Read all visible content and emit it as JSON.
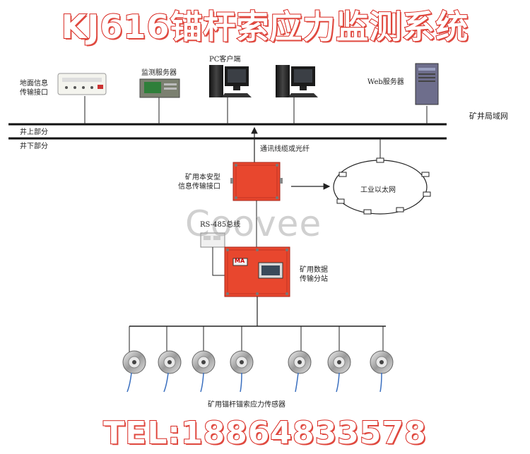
{
  "title": "KJ616锚杆索应力监测系统",
  "phone": "TEL:18864833578",
  "watermark": "Coovee",
  "labels": {
    "ground_interface": "地面信息\n传输接口",
    "monitor_server": "监测服务器",
    "pc_client": "PC客户端",
    "web_server": "Web服务器",
    "mine_lan": "矿井局域网",
    "above_ground": "井上部分",
    "below_ground": "井下部分",
    "comm_cable": "通讯线缆或光纤",
    "safe_interface": "矿用本安型\n信息传输接口",
    "industrial_ethernet": "工业以太网",
    "rs485": "RS-485总线",
    "data_substation": "矿用数据\n传输分站",
    "ma_badge": "MA",
    "sensors": "矿用锚杆锚索应力传感器"
  },
  "colors": {
    "title_red": "#d8261f",
    "device_red": "#e8472e"
  },
  "icons": [
    "interface-box-icon",
    "monitor-server-icon",
    "pc-client-icon",
    "web-server-icon",
    "safe-interface-icon",
    "data-substation-icon",
    "converter-icon",
    "sensor-icon"
  ]
}
